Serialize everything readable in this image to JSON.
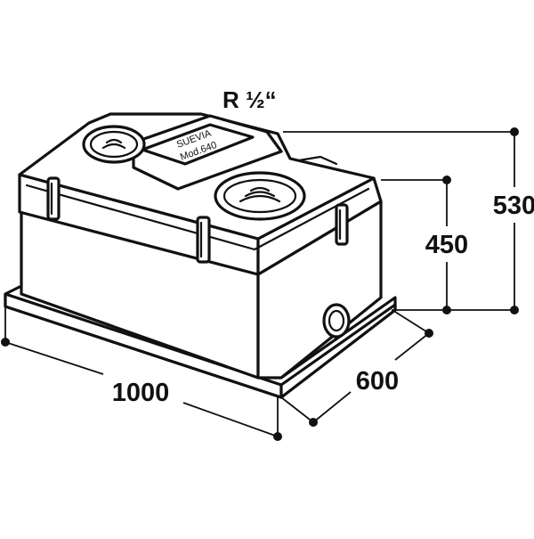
{
  "drawing": {
    "thread_label": "R ½“",
    "plate_label_line1": "SUEVIA",
    "plate_label_line2": "Mod.640"
  },
  "dimensions": {
    "length": "1000",
    "width": "600",
    "height_body": "450",
    "height_total": "530"
  }
}
